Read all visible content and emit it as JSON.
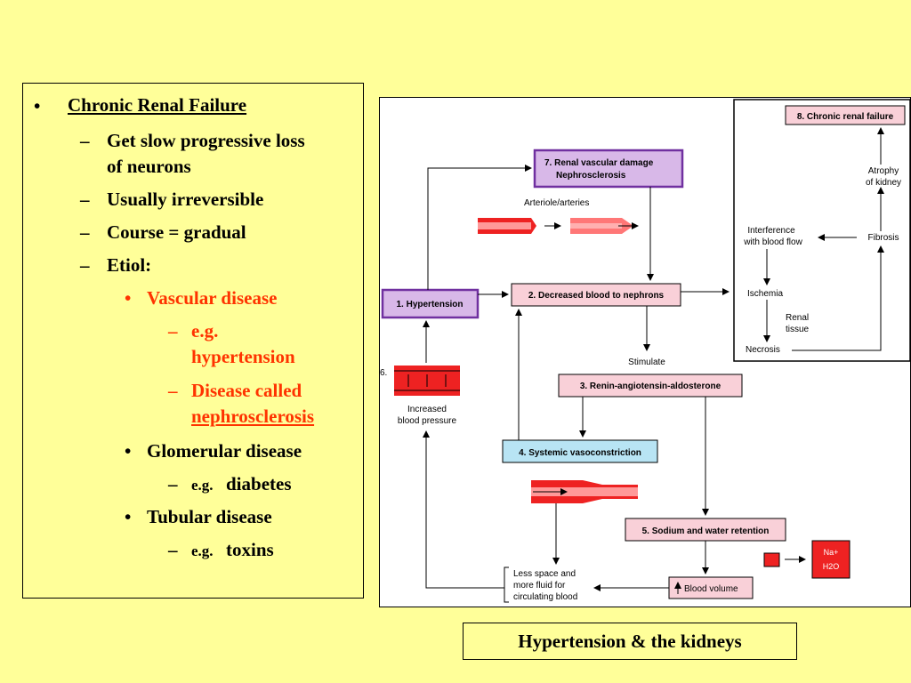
{
  "left_panel": {
    "heading_bullet": "•",
    "heading": "Chronic Renal Failure",
    "dash": "–",
    "bullet": "•",
    "items": {
      "slow_loss_1": "Get slow progressive loss",
      "slow_loss_2": "of neurons",
      "irreversible": "Usually irreversible",
      "course": "Course = gradual",
      "etiol": "Etiol:",
      "vascular": "Vascular disease",
      "eg_htn_1": "e.g.",
      "eg_htn_2": "hypertension",
      "disease_called": "Disease called",
      "nephrosclerosis": "nephrosclerosis",
      "glomerular": "Glomerular disease",
      "eg_prefix": "e.g.",
      "diabetes": "diabetes",
      "tubular": "Tubular disease",
      "toxins": "toxins"
    }
  },
  "diagram": {
    "box1": "1. Hypertension",
    "box2": "2. Decreased blood to nephrons",
    "box3": "3. Renin-angiotensin-aldosterone",
    "box4": "4. Systemic vasoconstriction",
    "box5": "5. Sodium and water retention",
    "box7_line1": "7. Renal vascular damage",
    "box7_line2": "Nephrosclerosis",
    "box8": "8. Chronic renal failure",
    "arteriole": "Arteriole/arteries",
    "stimulate": "Stimulate",
    "label6": "6.",
    "increased_1": "Increased",
    "increased_2": "blood pressure",
    "less_space_1": "Less space and",
    "less_space_2": "more fluid for",
    "less_space_3": "circulating blood",
    "blood_volume": "Blood volume",
    "na": "Na+",
    "h2o": "H2O",
    "interference_1": "Interference",
    "interference_2": "with blood flow",
    "fibrosis": "Fibrosis",
    "atrophy_1": "Atrophy",
    "atrophy_2": "of kidney",
    "ischemia": "Ischemia",
    "renal_tissue_1": "Renal",
    "renal_tissue_2": "tissue",
    "necrosis": "Necrosis"
  },
  "caption": "Hypertension & the kidneys"
}
